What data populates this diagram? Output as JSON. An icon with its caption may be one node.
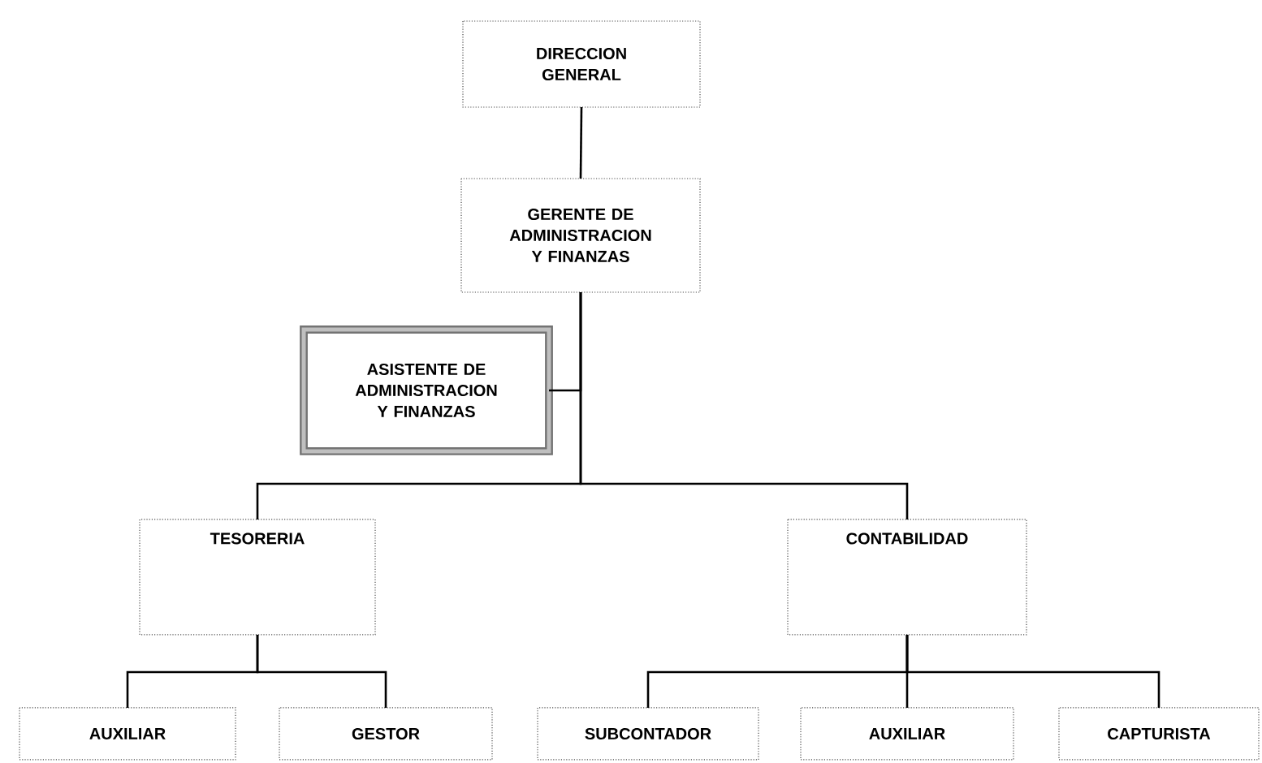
{
  "diagram": {
    "nodes": [
      {
        "text": [
          "DIRECCION GENERAL"
        ]
      },
      {
        "text": [
          "GERENTE DE ADMINISTRACION Y FINANZAS"
        ]
      },
      {
        "text": [
          "ASISTENTE DE ADMINISTRACION Y FINANZAS"
        ]
      },
      {
        "text": [
          "TESORERIA"
        ]
      },
      {
        "text": [
          "CONTABILIDAD"
        ]
      },
      {
        "text": [
          "AUXILIAR"
        ]
      },
      {
        "text": [
          "GESTOR"
        ]
      },
      {
        "text": [
          "SUBCONTADOR"
        ]
      },
      {
        "text": [
          "AUXILIAR"
        ]
      },
      {
        "text": [
          "CAPTURISTA"
        ]
      }
    ],
    "edges": [
      {
        "from": 0,
        "to": 1,
        "arrow": "none"
      },
      {
        "from": 1,
        "to": 2,
        "arrow": "none"
      },
      {
        "from": 1,
        "to": 3,
        "arrow": "none"
      },
      {
        "from": 1,
        "to": 4,
        "arrow": "none"
      },
      {
        "from": 3,
        "to": 5,
        "arrow": "none"
      },
      {
        "from": 3,
        "to": 6,
        "arrow": "none"
      },
      {
        "from": 4,
        "to": 7,
        "arrow": "none"
      },
      {
        "from": 4,
        "to": 8,
        "arrow": "none"
      },
      {
        "from": 4,
        "to": 9,
        "arrow": "none"
      }
    ]
  }
}
